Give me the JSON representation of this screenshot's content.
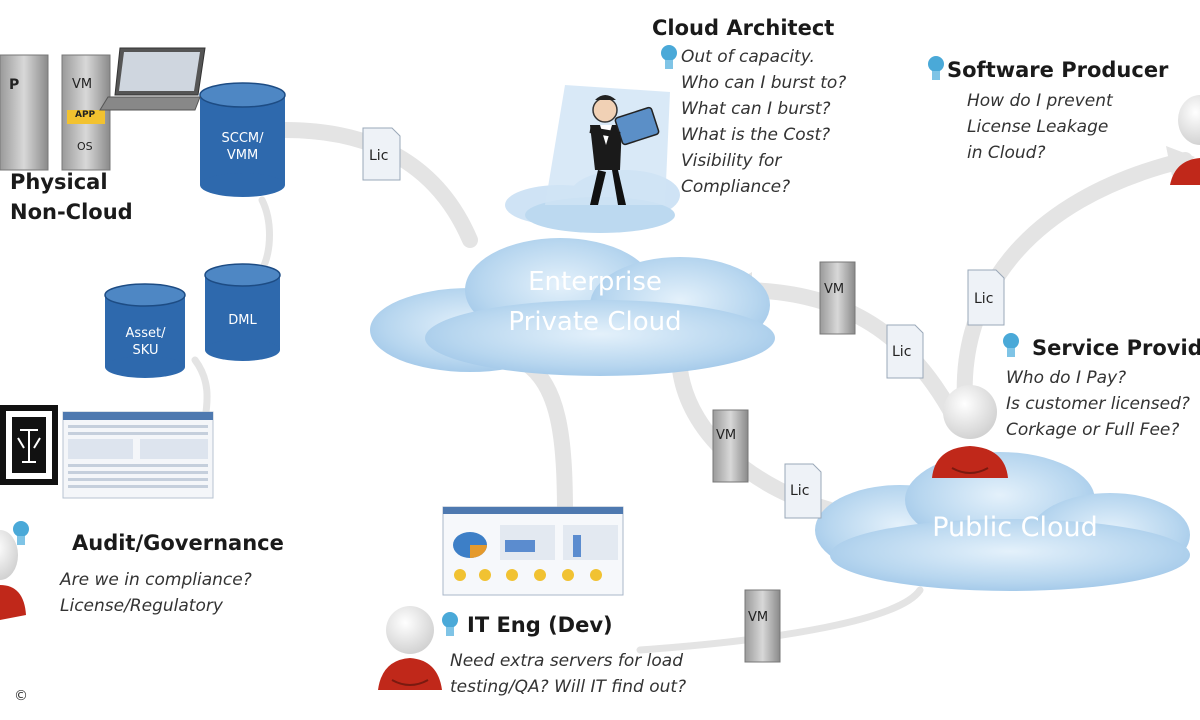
{
  "physical": {
    "label_line1": "Physical",
    "label_line2": "Non-Cloud",
    "server_p": "P",
    "server_vm": "VM",
    "server_app": "APP",
    "server_os": "OS"
  },
  "cylinders": {
    "sccm": [
      "SCCM/",
      "VMM"
    ],
    "dml": "DML",
    "asset": [
      "Asset/",
      "SKU"
    ]
  },
  "lic_label": "Lic",
  "vm_label": "VM",
  "enterprise_cloud": {
    "line1": "Enterprise",
    "line2": "Private Cloud"
  },
  "public_cloud": {
    "label": "Public Cloud"
  },
  "cloud_architect": {
    "title": "Cloud Architect",
    "questions": [
      "Out of capacity.",
      "Who can I burst to?",
      "What can I burst?",
      "What is the Cost?",
      "Visibility for",
      "Compliance?"
    ]
  },
  "software_producer": {
    "title": "Software Producer",
    "questions": [
      "How do I prevent",
      "License Leakage",
      "in Cloud?"
    ]
  },
  "service_provider": {
    "title": "Service Provider",
    "questions": [
      "Who do I Pay?",
      "Is customer licensed?",
      "Corkage or Full Fee?"
    ]
  },
  "audit": {
    "title": "Audit/Governance",
    "questions": [
      "Are we in compliance?",
      "License/Regulatory"
    ]
  },
  "it_eng": {
    "title": "IT Eng (Dev)",
    "questions": [
      "Need extra servers for load",
      "testing/QA? Will IT find out?"
    ]
  },
  "copyright": "©",
  "colors": {
    "cylinder": "#2e69ad",
    "cloud": "#bcd9f0",
    "arrow": "#e3e3e3",
    "person_body": "#c0281a",
    "bulb": "#4aa9d8"
  }
}
